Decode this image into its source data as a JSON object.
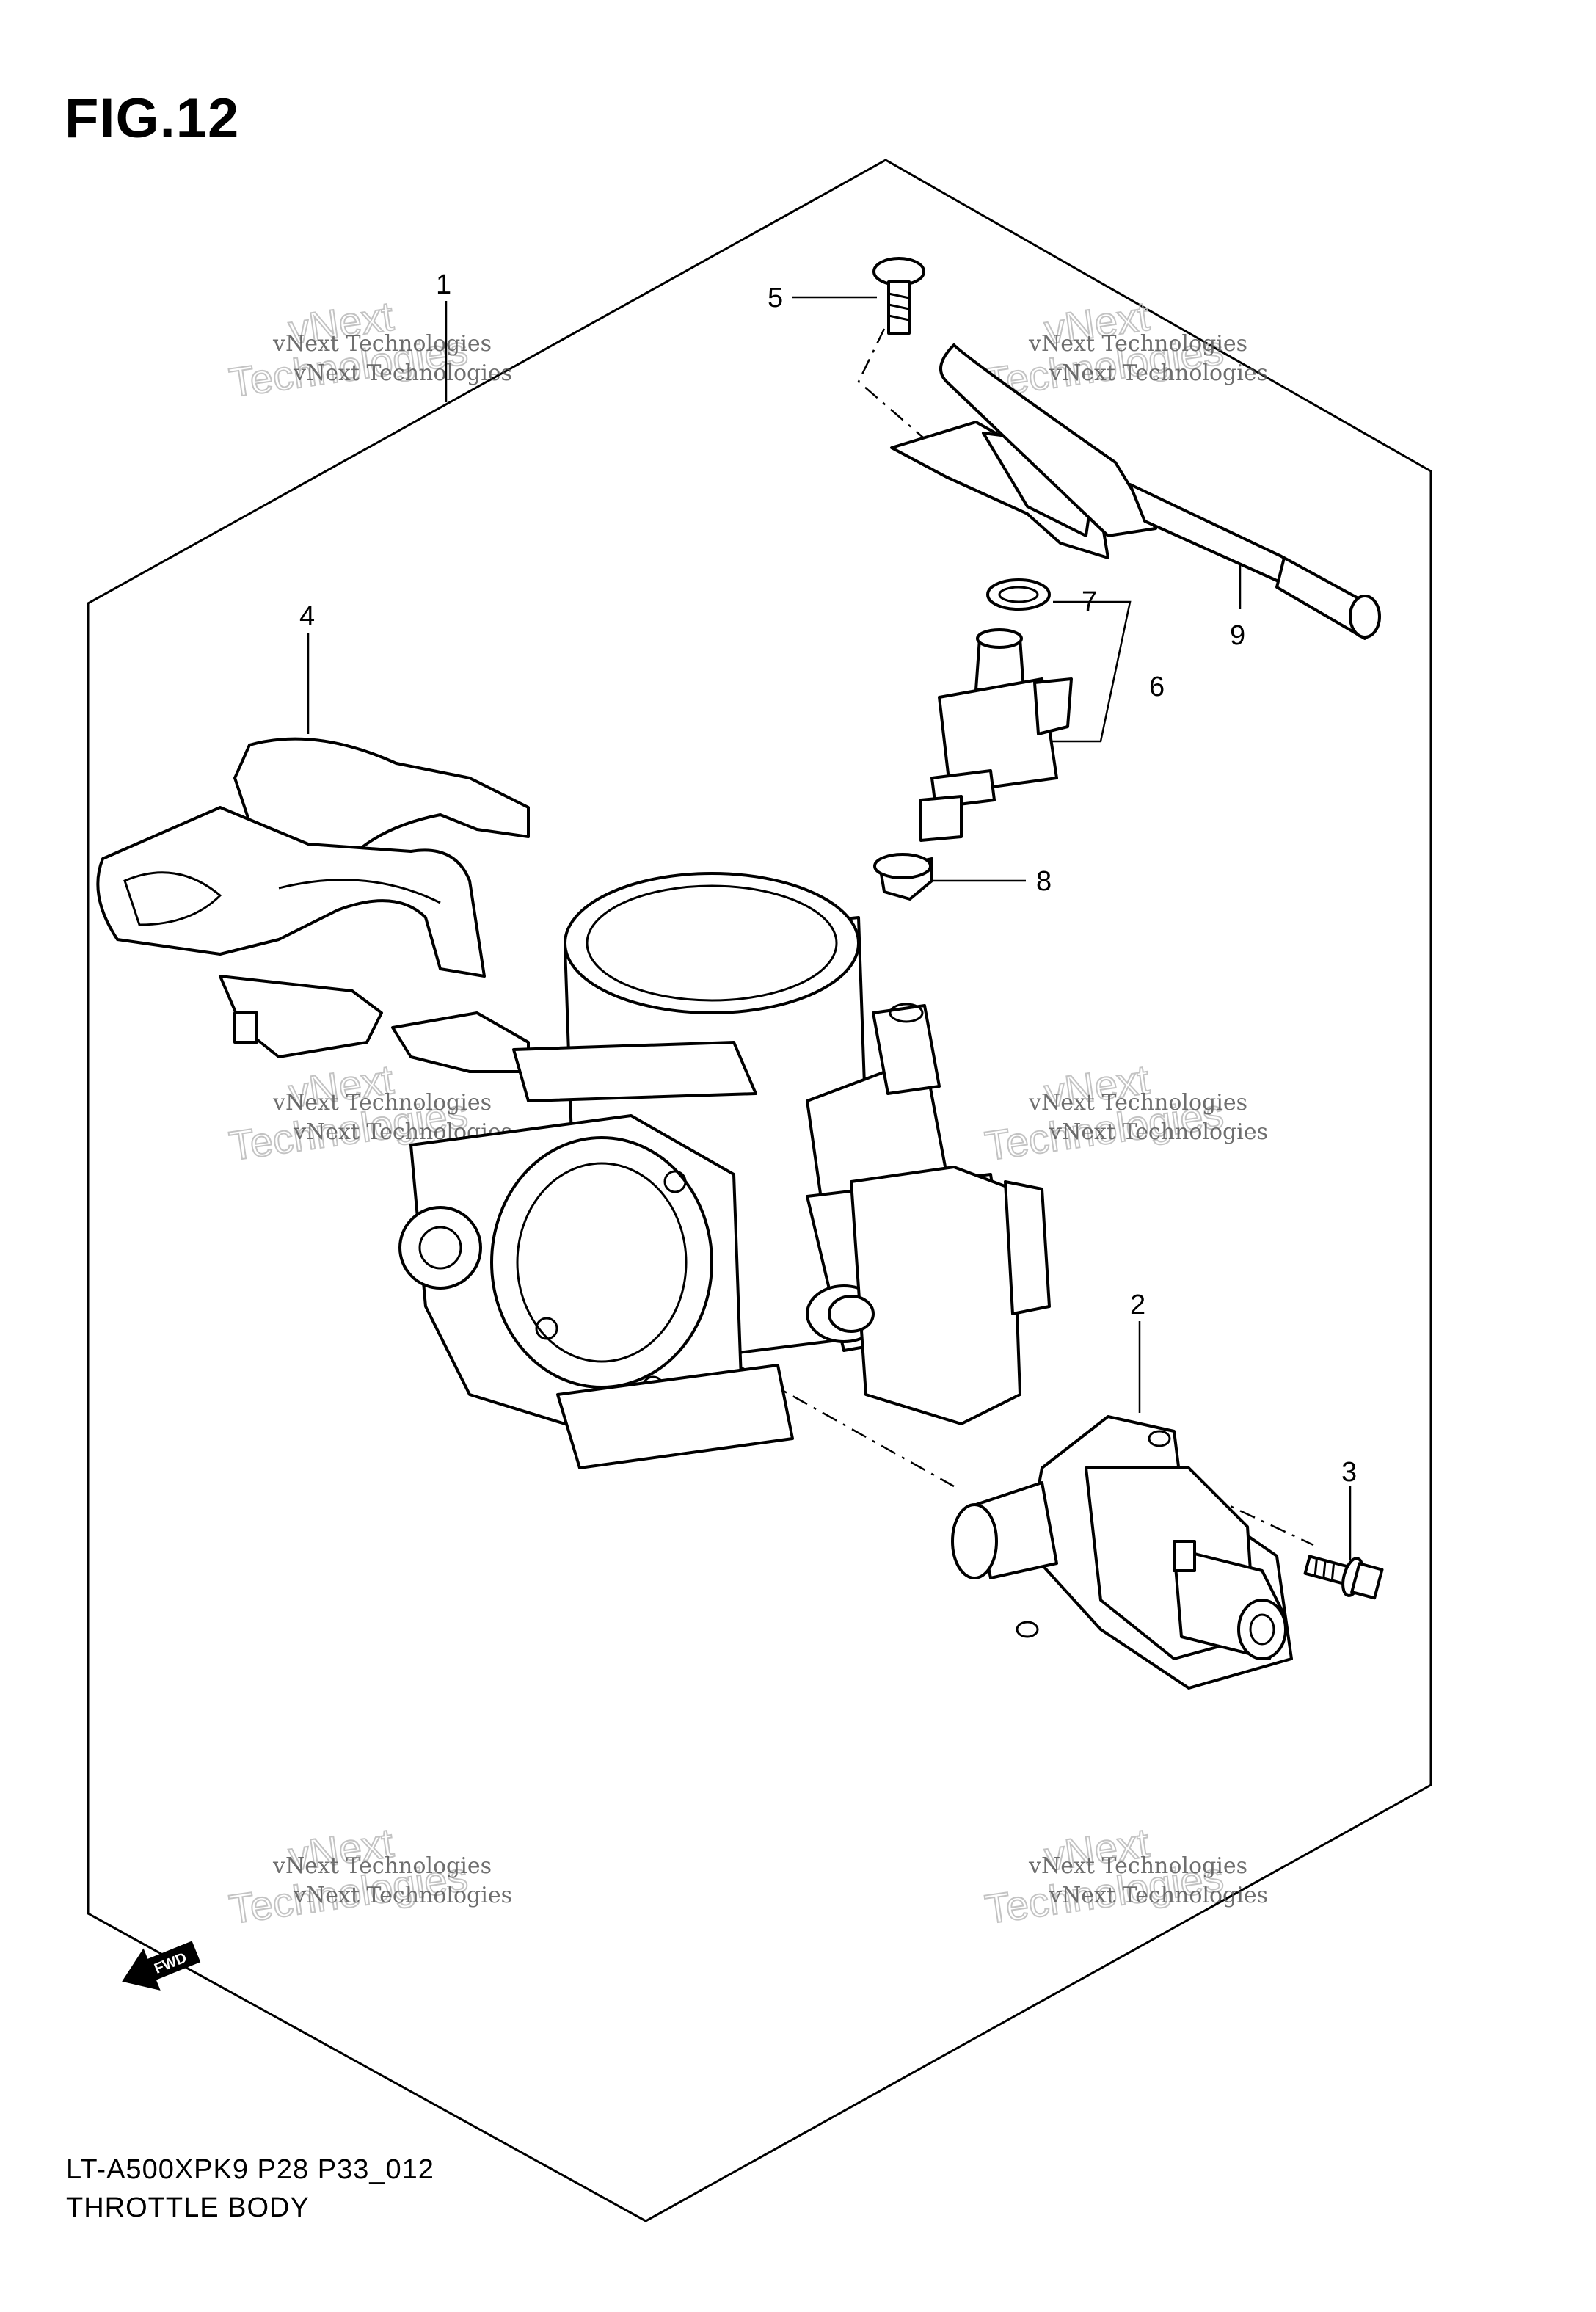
{
  "figure": {
    "label": "FIG.12",
    "model_code": "LT-A500XPK9 P28 P33_012",
    "title": "THROTTLE BODY"
  },
  "callouts": [
    {
      "id": "1",
      "text": "1"
    },
    {
      "id": "2",
      "text": "2"
    },
    {
      "id": "3",
      "text": "3"
    },
    {
      "id": "4",
      "text": "4"
    },
    {
      "id": "5",
      "text": "5"
    },
    {
      "id": "6",
      "text": "6"
    },
    {
      "id": "7",
      "text": "7"
    },
    {
      "id": "8",
      "text": "8"
    },
    {
      "id": "9",
      "text": "9"
    }
  ],
  "watermark": {
    "small_text": "vNext Technologies",
    "big_top": "vNext",
    "big_bottom": "Technologies"
  },
  "fwd_badge": "FWD"
}
